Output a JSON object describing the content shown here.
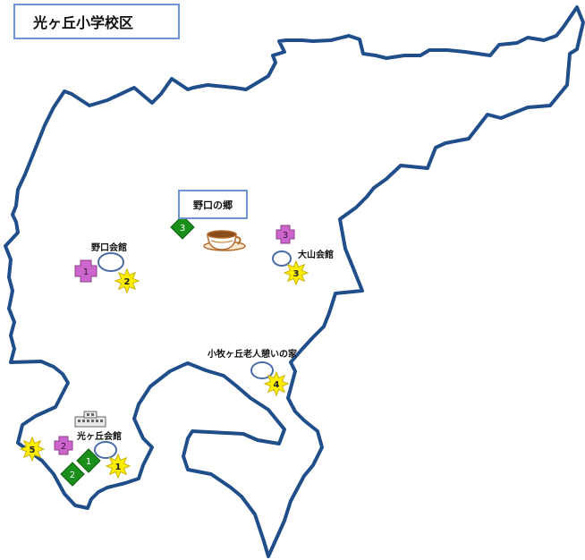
{
  "title": "光ヶ丘小学校区",
  "rest_spot": {
    "label": "野口の郷",
    "icon": "coffee-cup-icon"
  },
  "facilities": {
    "noguchi_hall": "野口会館",
    "oyama_hall": "大山会館",
    "komaki_elderly": "小牧ヶ丘老人憩いの家",
    "hikarigaoka_hall": "光ヶ丘会館"
  },
  "markers": {
    "purple_cross": [
      {
        "num": "1"
      },
      {
        "num": "2"
      },
      {
        "num": "3"
      }
    ],
    "yellow_star": [
      {
        "num": "1"
      },
      {
        "num": "2"
      },
      {
        "num": "3"
      },
      {
        "num": "4"
      },
      {
        "num": "5"
      }
    ],
    "green_diamond": [
      {
        "num": "1"
      },
      {
        "num": "2"
      },
      {
        "num": "3"
      }
    ]
  },
  "colors": {
    "boundary": "#1f4e8a",
    "cross": "#cc66cc",
    "star": "#ffee00",
    "diamond": "#1a8f1a",
    "box_border": "#6f93d0"
  }
}
